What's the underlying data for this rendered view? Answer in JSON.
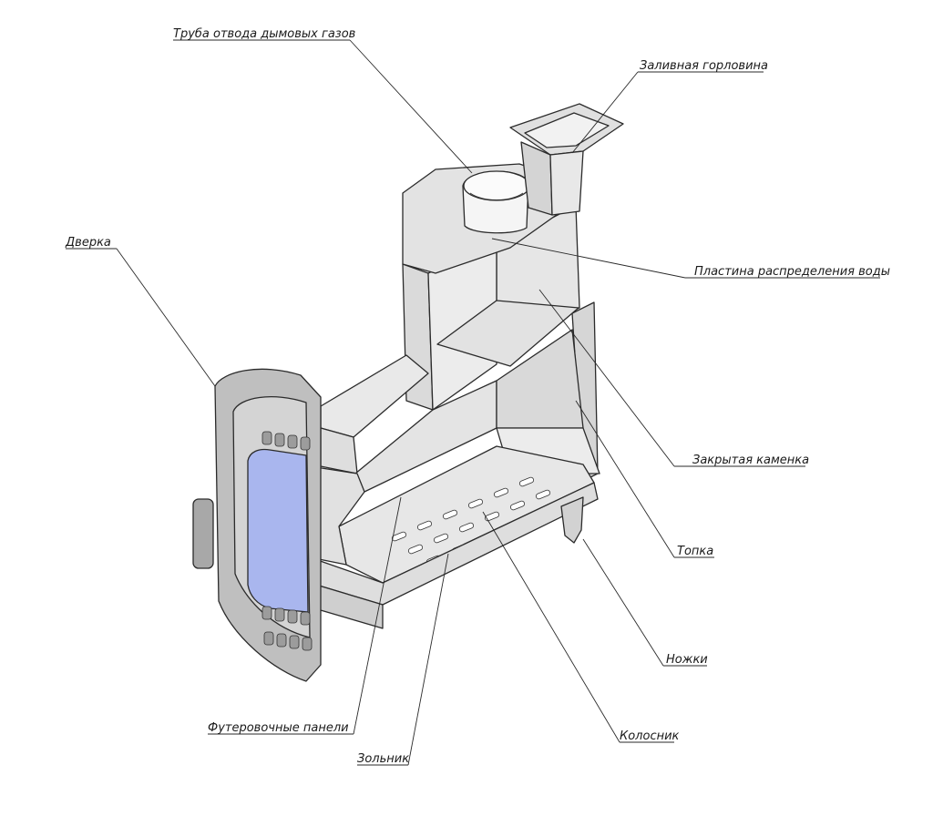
{
  "diagram": {
    "labels": {
      "smoke_pipe": "Труба отвода дымовых газов",
      "filler_neck": "Заливная горловина",
      "door": "Дверка",
      "distribution_plate": "Пластина распределения воды",
      "closed_heater": "Закрытая каменка",
      "firebox": "Топка",
      "legs": "Ножки",
      "lining_panels": "Футеровочные панели",
      "grate": "Колосник",
      "ash_pan": "Зольник"
    },
    "colors": {
      "metal_light": "#eeeeee",
      "metal_mid": "#dcdcdc",
      "metal_dark": "#c4c4c4",
      "glass": "#a9b6ee",
      "outline": "#2b2b2b"
    }
  }
}
